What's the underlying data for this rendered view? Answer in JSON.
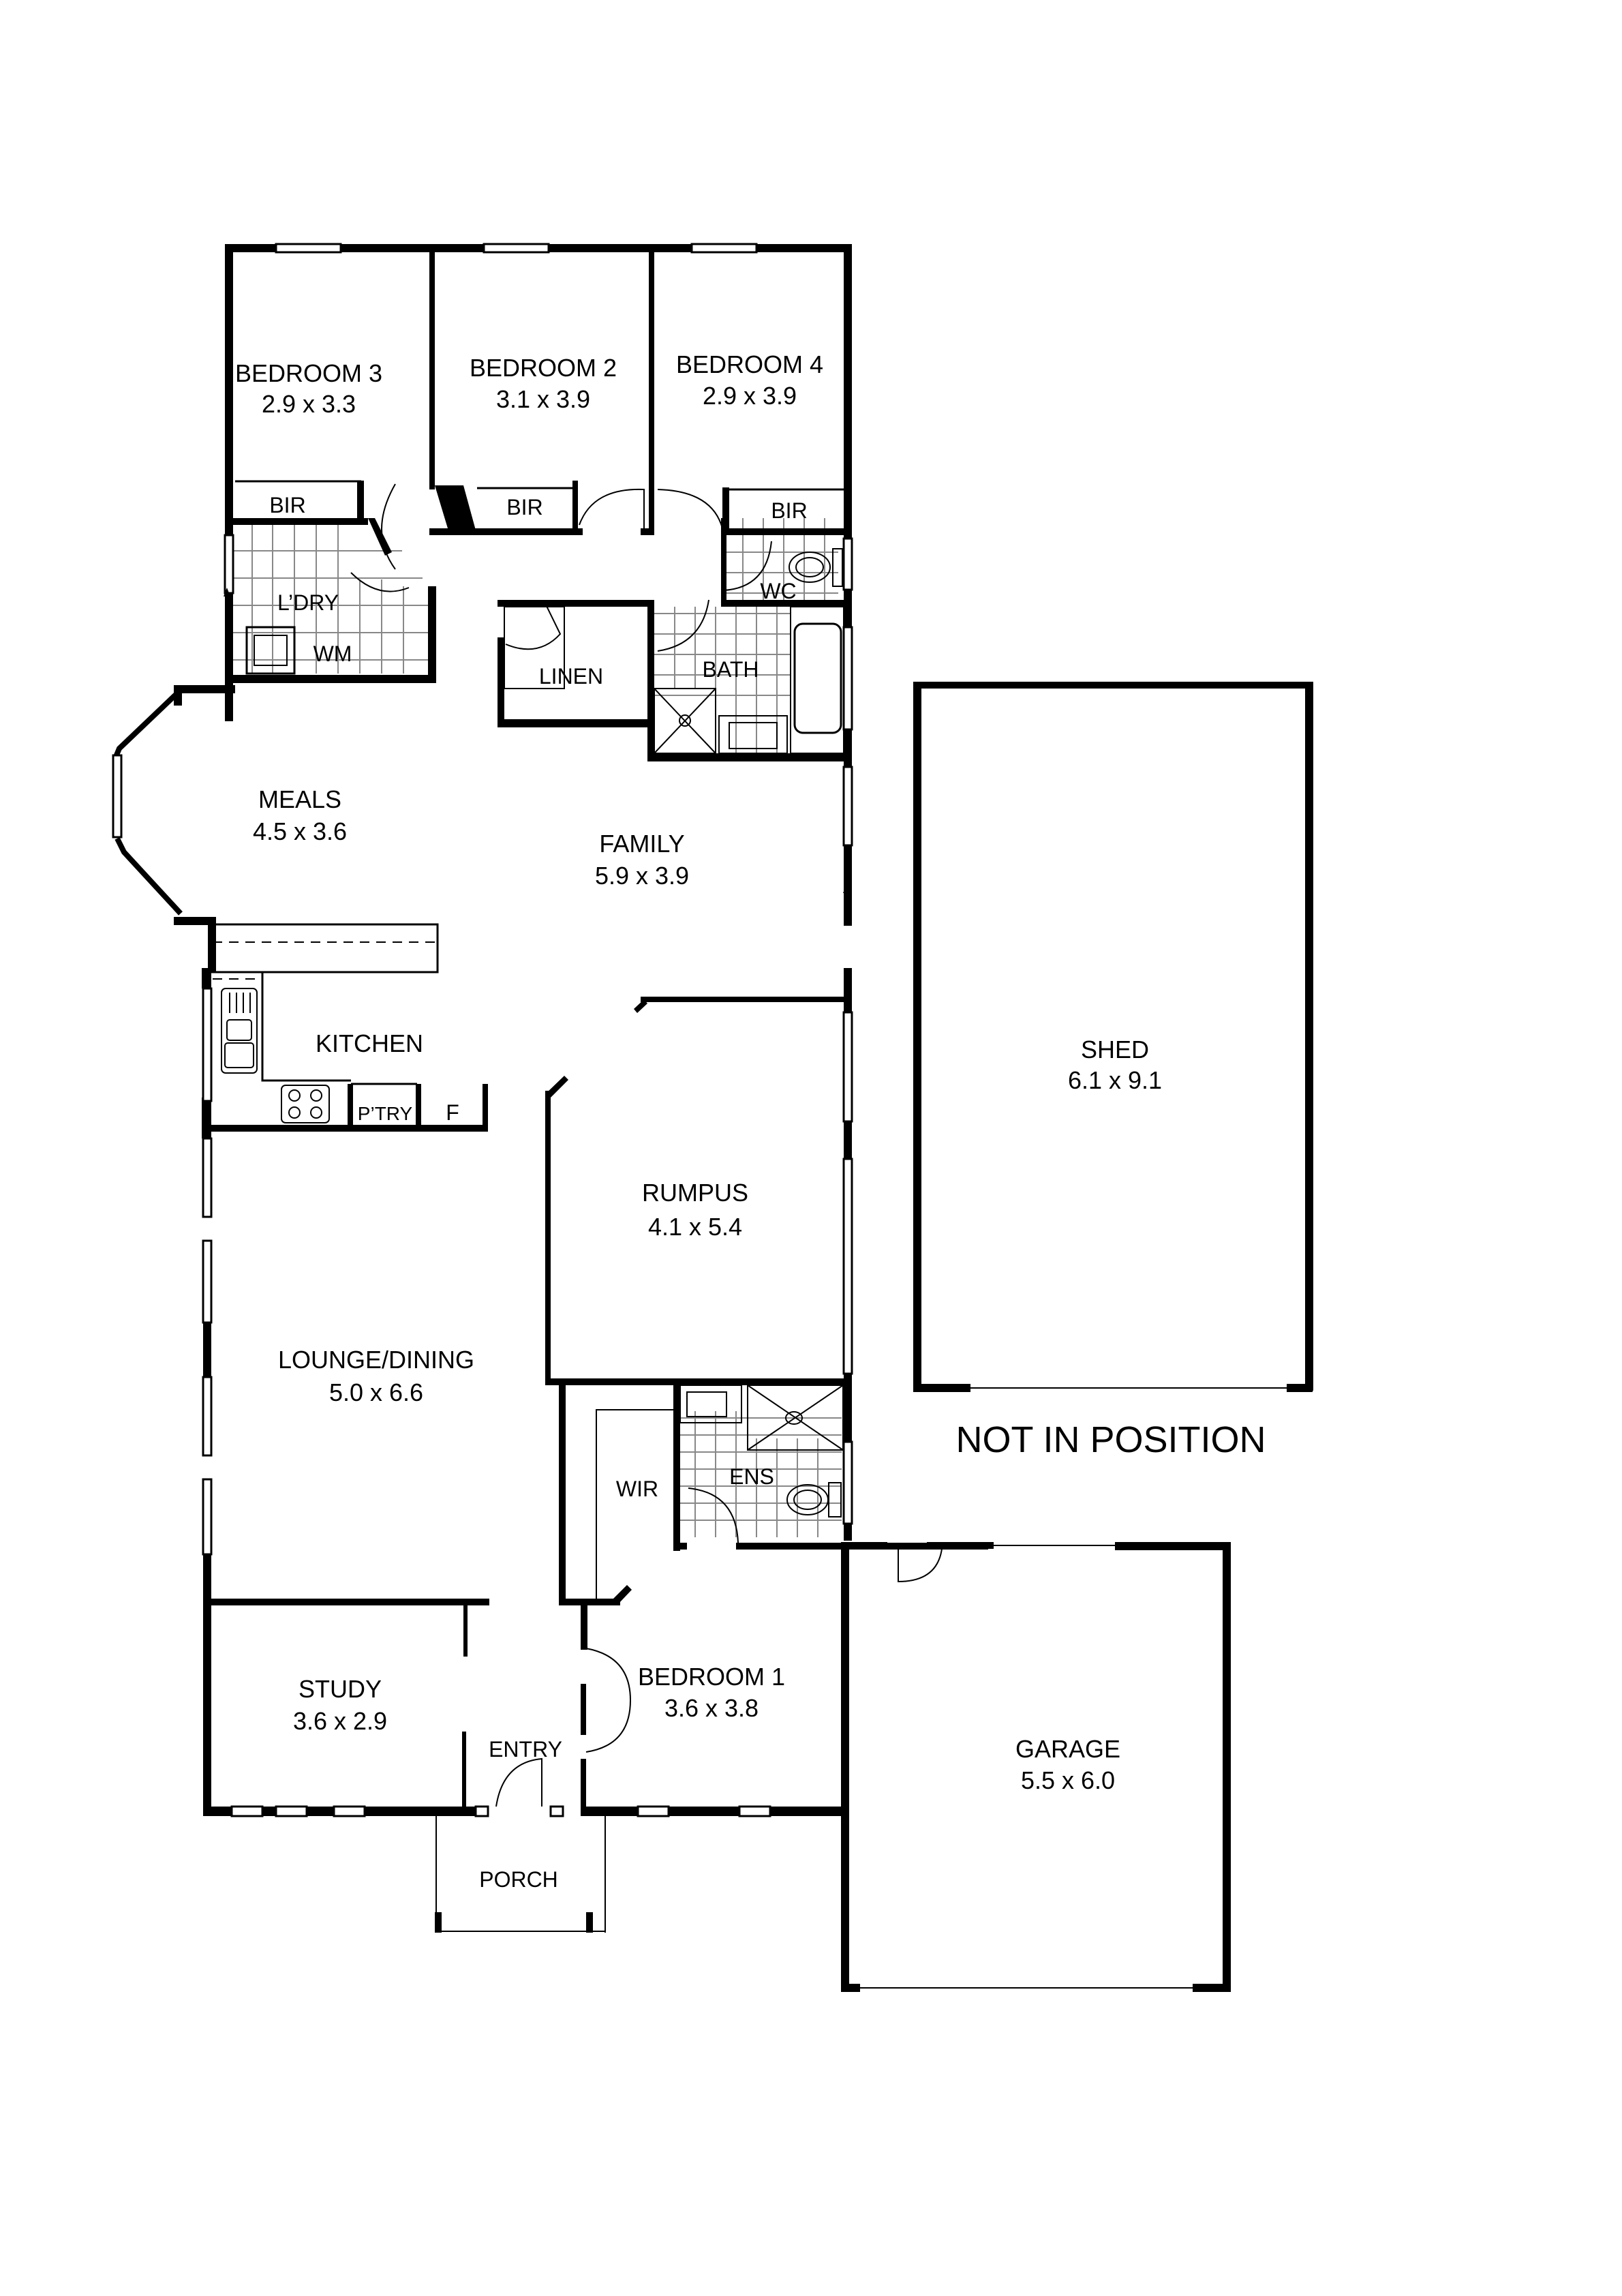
{
  "colors": {
    "wall": "#000000",
    "background": "#ffffff",
    "tile": "#888888"
  },
  "rooms": {
    "bedroom3": {
      "name": "BEDROOM 3",
      "size": "2.9 x 3.3"
    },
    "bedroom2": {
      "name": "BEDROOM 2",
      "size": "3.1 x 3.9"
    },
    "bedroom4": {
      "name": "BEDROOM 4",
      "size": "2.9 x 3.9"
    },
    "bir3": {
      "name": "BIR"
    },
    "bir2": {
      "name": "BIR"
    },
    "bir4": {
      "name": "BIR"
    },
    "laundry": {
      "name": "L’DRY"
    },
    "wm": {
      "name": "WM"
    },
    "linen": {
      "name": "LINEN"
    },
    "wc": {
      "name": "WC"
    },
    "bath": {
      "name": "BATH"
    },
    "meals": {
      "name": "MEALS",
      "size": "4.5 x 3.6"
    },
    "family": {
      "name": "FAMILY",
      "size": "5.9 x 3.9"
    },
    "kitchen": {
      "name": "KITCHEN"
    },
    "pantry": {
      "name": "P’TRY"
    },
    "fridge": {
      "name": "F"
    },
    "rumpus": {
      "name": "RUMPUS",
      "size": "4.1 x 5.4"
    },
    "lounge": {
      "name": "LOUNGE/DINING",
      "size": "5.0 x 6.6"
    },
    "wir": {
      "name": "WIR"
    },
    "ens": {
      "name": "ENS"
    },
    "study": {
      "name": "STUDY",
      "size": "3.6 x 2.9"
    },
    "entry": {
      "name": "ENTRY"
    },
    "bedroom1": {
      "name": "BEDROOM 1",
      "size": "3.6 x 3.8"
    },
    "porch": {
      "name": "PORCH"
    },
    "garage": {
      "name": "GARAGE",
      "size": "5.5 x 6.0"
    },
    "shed": {
      "name": "SHED",
      "size": "6.1 x 9.1"
    }
  },
  "notes": {
    "shed_note": "NOT IN POSITION"
  }
}
